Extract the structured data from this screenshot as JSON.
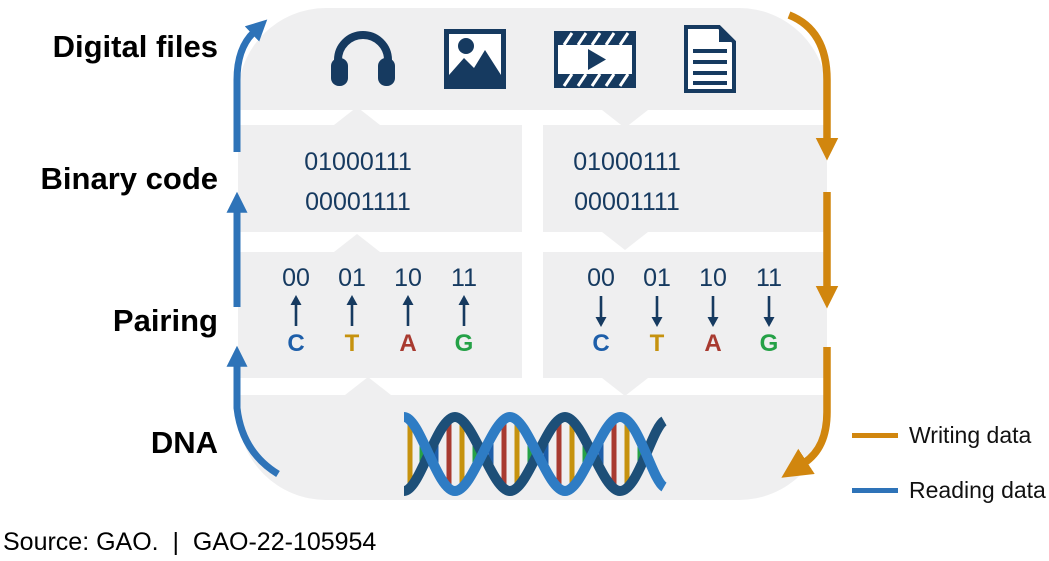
{
  "row_labels": {
    "digital_files": "Digital files",
    "binary_code": "Binary code",
    "pairing": "Pairing",
    "dna": "DNA"
  },
  "file_icons": [
    "headphones-icon",
    "image-icon",
    "video-icon",
    "document-icon"
  ],
  "binary_left": {
    "line1": "01000111",
    "line2": "00001111"
  },
  "binary_right": {
    "line1": "01000111",
    "line2": "00001111"
  },
  "pairing_left": {
    "direction": "up",
    "codes": [
      "00",
      "01",
      "10",
      "11"
    ],
    "bases": [
      "C",
      "T",
      "A",
      "G"
    ]
  },
  "pairing_right": {
    "direction": "down",
    "codes": [
      "00",
      "01",
      "10",
      "11"
    ],
    "bases": [
      "C",
      "T",
      "A",
      "G"
    ]
  },
  "legend": {
    "writing": {
      "label": "Writing data",
      "color": "#d1860e"
    },
    "reading": {
      "label": "Reading data",
      "color": "#2e73b8"
    }
  },
  "source_line": "Source: GAO.  |  GAO-22-105954",
  "colors": {
    "navy": "#163a60",
    "reading_blue": "#2e73b8",
    "writing_orange": "#d1860e",
    "base_c_blue": "#1d5ea9",
    "base_t_gold": "#c6920e",
    "base_a_red": "#a83a30",
    "base_g_green": "#25a147",
    "block_gray": "#efeff0",
    "helix_light_blue": "#2e7cc4",
    "helix_dark_blue": "#1d4f78"
  }
}
